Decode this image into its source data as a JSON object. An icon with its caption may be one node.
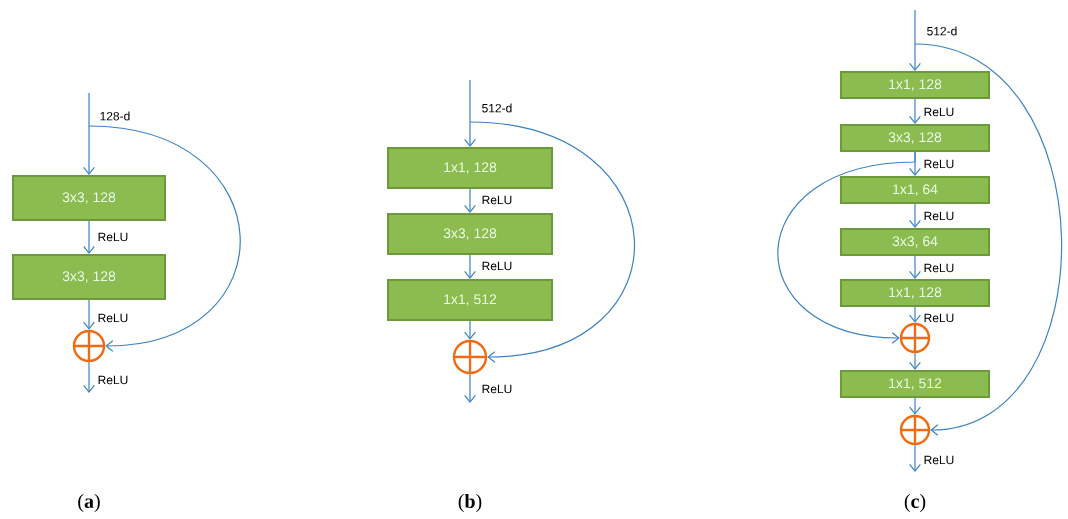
{
  "diagram": {
    "nodes": [
      {
        "text": [
          "3x3, 128"
        ]
      },
      {
        "text": [
          "3x3, 128"
        ]
      },
      {
        "text": [],
        "shape": "circle"
      },
      {
        "text": [
          "1x1, 128"
        ]
      },
      {
        "text": [
          "3x3, 128"
        ]
      },
      {
        "text": [
          "1x1, 512"
        ]
      },
      {
        "text": [],
        "shape": "circle"
      },
      {
        "text": [
          "1x1, 128"
        ]
      },
      {
        "text": [
          "3x3, 128"
        ]
      },
      {
        "text": [
          "1x1, 64"
        ]
      },
      {
        "text": [
          "3x3, 64"
        ]
      },
      {
        "text": [
          "1x1, 128"
        ]
      },
      {
        "text": [],
        "shape": "circle"
      },
      {
        "text": [
          "1x1, 512"
        ]
      },
      {
        "text": [],
        "shape": "circle"
      }
    ],
    "edges": [
      {
        "from": null,
        "to": 0,
        "arrow": "to",
        "label": "128-d"
      },
      {
        "from": 0,
        "to": 1,
        "arrow": "to",
        "label": "ReLU"
      },
      {
        "from": 1,
        "to": 2,
        "arrow": "to",
        "label": "ReLU"
      },
      {
        "from": null,
        "to": 2,
        "arrow": "to"
      },
      {
        "from": 2,
        "to": null,
        "arrow": "to",
        "label": "ReLU"
      },
      {
        "from": null,
        "to": 3,
        "arrow": "to",
        "label": "512-d"
      },
      {
        "from": 3,
        "to": 4,
        "arrow": "to",
        "label": "ReLU"
      },
      {
        "from": 4,
        "to": 5,
        "arrow": "to",
        "label": "ReLU"
      },
      {
        "from": 5,
        "to": 6,
        "arrow": "to"
      },
      {
        "from": null,
        "to": 6,
        "arrow": "to"
      },
      {
        "from": 6,
        "to": null,
        "arrow": "to",
        "label": "ReLU"
      },
      {
        "from": null,
        "to": 7,
        "arrow": "to",
        "label": "512-d"
      },
      {
        "from": 7,
        "to": 8,
        "arrow": "to",
        "label": "ReLU"
      },
      {
        "from": 8,
        "to": 9,
        "arrow": "to",
        "label": "ReLU"
      },
      {
        "from": 9,
        "to": 10,
        "arrow": "to",
        "label": "ReLU"
      },
      {
        "from": 10,
        "to": 11,
        "arrow": "to",
        "label": "ReLU"
      },
      {
        "from": 11,
        "to": 12,
        "arrow": "to",
        "label": "ReLU"
      },
      {
        "from": 8,
        "to": 12,
        "arrow": "to"
      },
      {
        "from": 12,
        "to": 13,
        "arrow": "to"
      },
      {
        "from": 13,
        "to": 14,
        "arrow": "to"
      },
      {
        "from": null,
        "to": 14,
        "arrow": "to"
      },
      {
        "from": 14,
        "to": null,
        "arrow": "to",
        "label": "ReLU"
      }
    ],
    "labels": [
      "(**a**)",
      "(**b**)",
      "(**c**)"
    ]
  }
}
